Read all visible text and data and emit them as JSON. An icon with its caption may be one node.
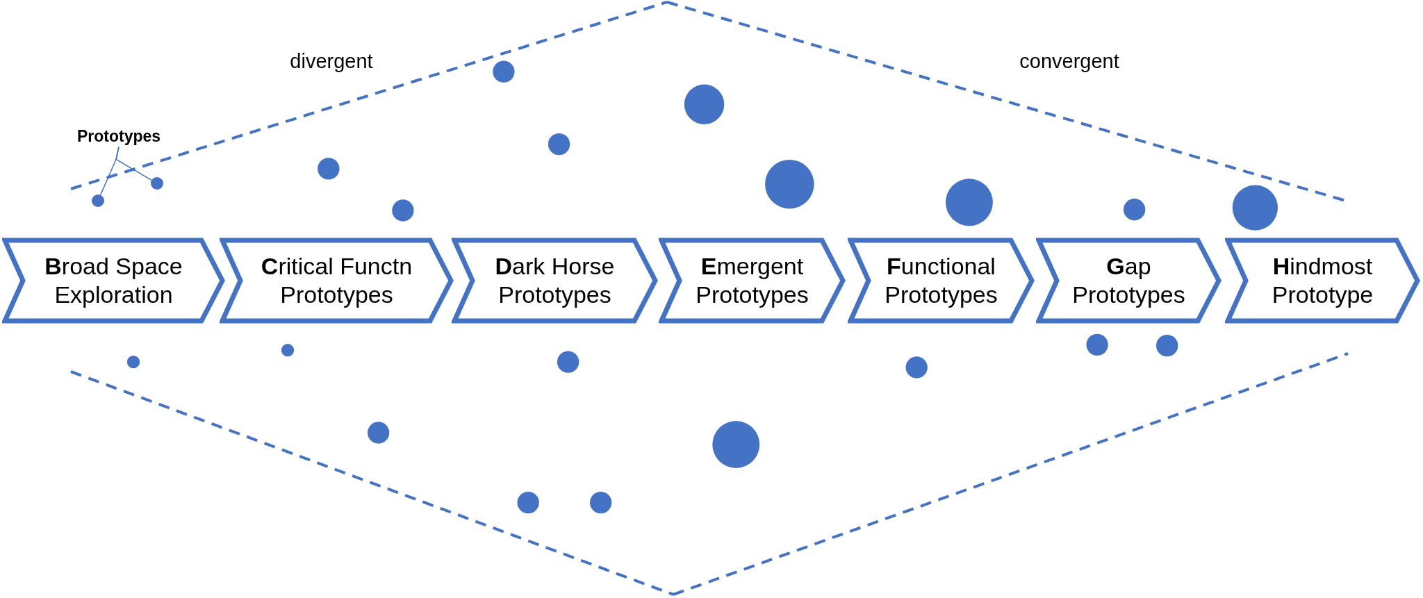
{
  "diagram": {
    "nodes": [
      {
        "text": [
          "**B**road Space Exploration"
        ]
      },
      {
        "text": [
          "**C**ritical Functn Prototypes"
        ]
      },
      {
        "text": [
          "**D**ark Horse Prototypes"
        ]
      },
      {
        "text": [
          "**E**mergent Prototypes"
        ]
      },
      {
        "text": [
          "**F**unctional Prototypes"
        ]
      },
      {
        "text": [
          "**G**ap Prototypes"
        ]
      },
      {
        "text": [
          "**H**indmost Prototype"
        ]
      },
      {
        "text": [
          "Prototypes"
        ]
      },
      {
        "text": [],
        "shape": "circle"
      },
      {
        "text": [],
        "shape": "circle"
      }
    ],
    "edges": [
      {
        "from": 7,
        "to": 8,
        "arrow": "none"
      },
      {
        "from": 7,
        "to": 9,
        "arrow": "none"
      }
    ],
    "labels": [
      "divergent",
      "convergent"
    ]
  }
}
